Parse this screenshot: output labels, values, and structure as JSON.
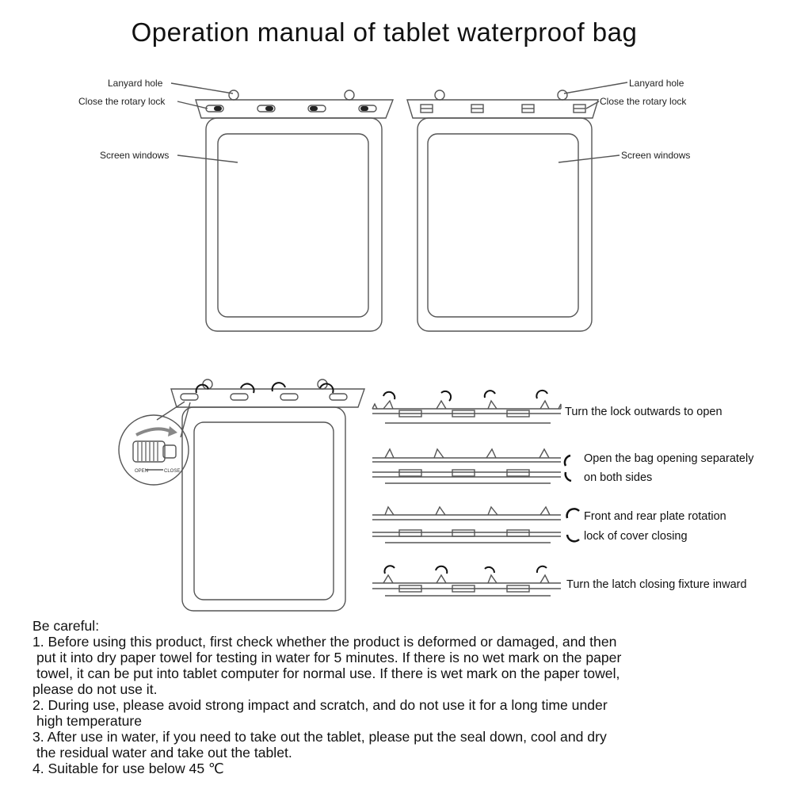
{
  "title": "Operation manual of tablet waterproof bag",
  "labels": {
    "lanyard_hole": "Lanyard hole",
    "rotary_lock": "Close the rotary lock",
    "screen_windows": "Screen windows"
  },
  "dial": {
    "open": "OPEN",
    "close": "CLOSE"
  },
  "steps": {
    "step1": "Turn the lock outwards to open",
    "step2_line1": "Open the bag opening separately",
    "step2_line2": "on both sides",
    "step3_line1": "Front and rear plate rotation",
    "step3_line2": "lock of cover closing",
    "step4": "Turn the latch closing fixture inward"
  },
  "notes": {
    "heading": "Be careful:",
    "n1_l1": "1. Before using this product, first check whether the product is deformed or damaged, and then",
    "n1_l2": "put it into dry paper towel for testing in water for 5 minutes. If there is no wet mark on the paper",
    "n1_l3": "towel, it can be put into tablet computer for normal use. If there is wet mark on the paper towel,",
    "n1_l4": "please do not use it.",
    "n2_l1": "2. During use, please avoid strong impact and scratch, and do not use it for a long time under",
    "n2_l2": "high temperature",
    "n3_l1": "3. After use in water, if you need to take out the tablet, please put the seal down, cool and dry",
    "n3_l2": "the residual water and take out the tablet.",
    "n4": "4. Suitable for use below 45 ℃"
  }
}
